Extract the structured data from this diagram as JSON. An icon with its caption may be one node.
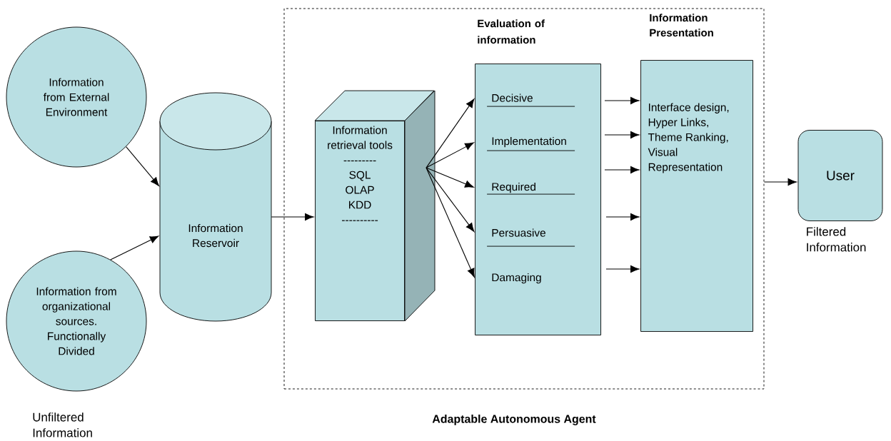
{
  "diagram": {
    "nodes": [
      {
        "text": [
          "Adaptable Autonomous Agent"
        ]
      },
      {
        "text": [
          "Information from External Environment"
        ]
      },
      {
        "text": [
          "Information from organizational sources. Functionally Divided"
        ]
      },
      {
        "text": [
          "Information Reservoir"
        ]
      },
      {
        "text": [
          "Information retrieval tools",
          "---------",
          "SQL",
          "OLAP",
          "KDD",
          "----------"
        ],
        "in": 0
      },
      {
        "text": [
          "Evaluation of information"
        ],
        "in": 0
      },
      {
        "text": [
          "Decisive"
        ],
        "in": 5
      },
      {
        "text": [
          "Implementation"
        ],
        "in": 5
      },
      {
        "text": [
          "Required"
        ],
        "in": 5
      },
      {
        "text": [
          "Persuasive"
        ],
        "in": 5
      },
      {
        "text": [
          "Damaging"
        ],
        "in": 5
      },
      {
        "text": [
          "Information Presentation",
          "Interface design, Hyper Links, Theme Ranking, Visual Representation"
        ],
        "in": 0
      },
      {
        "text": [
          "User"
        ],
        "beside": [
          "Filtered Information"
        ]
      }
    ],
    "edges": [
      {
        "from": 1,
        "to": 3,
        "arrow": "to"
      },
      {
        "from": 2,
        "to": 3,
        "arrow": "to"
      },
      {
        "from": 3,
        "to": 4,
        "arrow": "to"
      },
      {
        "from": 4,
        "to": 6,
        "arrow": "to"
      },
      {
        "from": 4,
        "to": 7,
        "arrow": "to"
      },
      {
        "from": 4,
        "to": 8,
        "arrow": "to"
      },
      {
        "from": 4,
        "to": 9,
        "arrow": "to"
      },
      {
        "from": 4,
        "to": 10,
        "arrow": "to"
      },
      {
        "from": 5,
        "to": 11,
        "arrow": "to"
      },
      {
        "from": 5,
        "to": 11,
        "arrow": "to"
      },
      {
        "from": 5,
        "to": 11,
        "arrow": "to"
      },
      {
        "from": 5,
        "to": 11,
        "arrow": "to"
      },
      {
        "from": 5,
        "to": 11,
        "arrow": "to"
      },
      {
        "from": 0,
        "to": 12,
        "arrow": "to"
      }
    ],
    "labels": [
      "Unfiltered Information"
    ]
  }
}
